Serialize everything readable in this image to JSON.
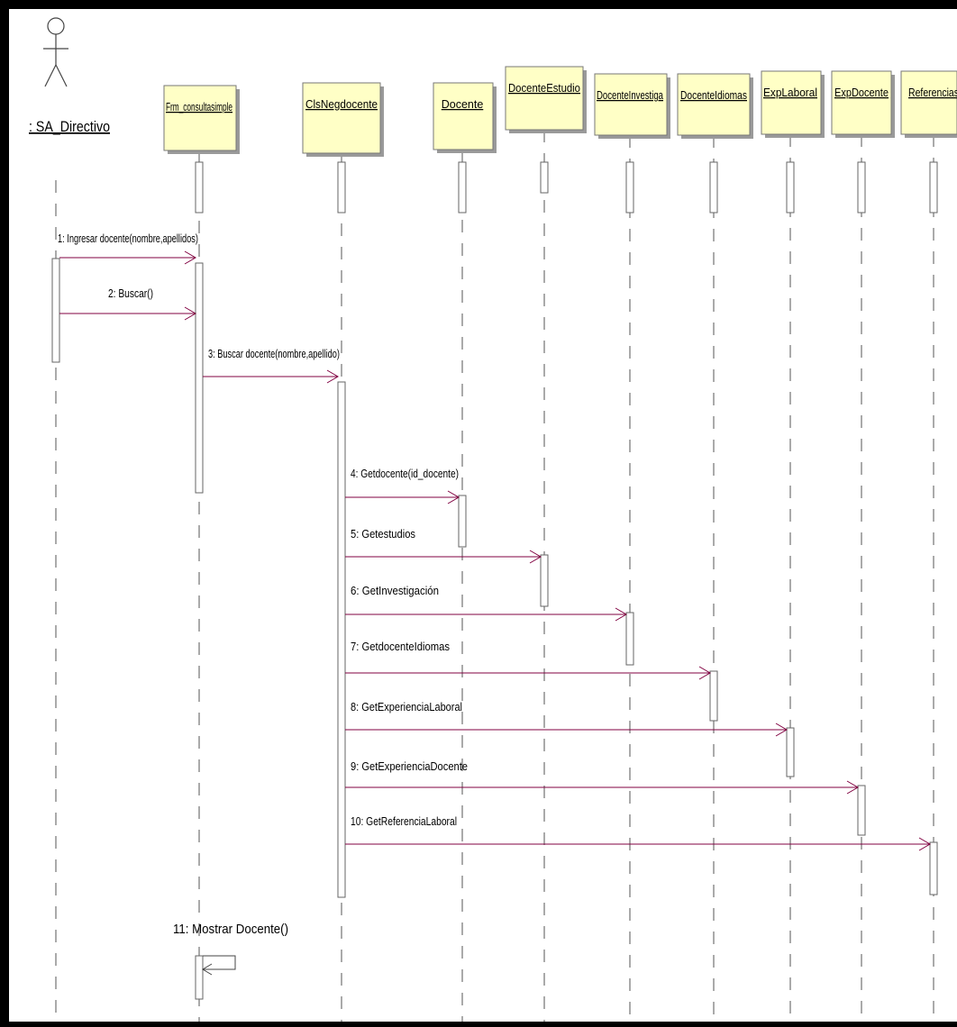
{
  "actor": {
    "name": ": SA_Directivo"
  },
  "objects": [
    {
      "id": "frm",
      "name": "Frm_consultasimple"
    },
    {
      "id": "cls",
      "name": "ClsNegdocente"
    },
    {
      "id": "doc",
      "name": "Docente"
    },
    {
      "id": "est",
      "name": "DocenteEstudio"
    },
    {
      "id": "inv",
      "name": "DocenteInvestiga"
    },
    {
      "id": "idi",
      "name": "DocenteIdiomas"
    },
    {
      "id": "lab",
      "name": "ExpLaboral"
    },
    {
      "id": "exd",
      "name": "ExpDocente"
    },
    {
      "id": "ref",
      "name": "Referencias"
    }
  ],
  "messages": [
    {
      "num": "1:",
      "text": "Ingresar docente(nombre,apellidos)"
    },
    {
      "num": "2:",
      "text": "Buscar()"
    },
    {
      "num": "3:",
      "text": "Buscar docente(nombre,apellido)"
    },
    {
      "num": "4:",
      "text": "Getdocente(id_docente)"
    },
    {
      "num": "5:",
      "text": "Getestudios"
    },
    {
      "num": "6:",
      "text": "GetInvestigación"
    },
    {
      "num": "7:",
      "text": "GetdocenteIdiomas"
    },
    {
      "num": "8:",
      "text": "GetExperienciaLaboral"
    },
    {
      "num": "9:",
      "text": "GetExperienciaDocente"
    },
    {
      "num": "10:",
      "text": "GetReferenciaLaboral"
    },
    {
      "num": "11:",
      "text": "Mostrar Docente()"
    }
  ],
  "colors": {
    "object_fill": "#FFFFC6",
    "message_line": "#800040",
    "lifeline": "#555555",
    "frame": "#000000"
  }
}
